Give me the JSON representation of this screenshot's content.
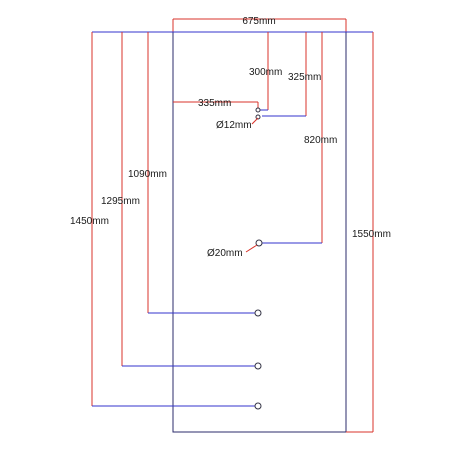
{
  "drawing": {
    "panel_width_label": "675mm",
    "panel_height_label": "1550mm",
    "dims": {
      "h1090": "1090mm",
      "h1295": "1295mm",
      "h1450": "1450mm",
      "d300": "300mm",
      "d325": "325mm",
      "d335": "335mm",
      "d820": "820mm"
    },
    "holes": {
      "small_diameter": "Ø12mm",
      "large_diameter": "Ø20mm"
    },
    "colors": {
      "dimension_line": "#d9332b",
      "extension_line": "#3333cc",
      "panel_outline": "#2b2b6b"
    }
  }
}
